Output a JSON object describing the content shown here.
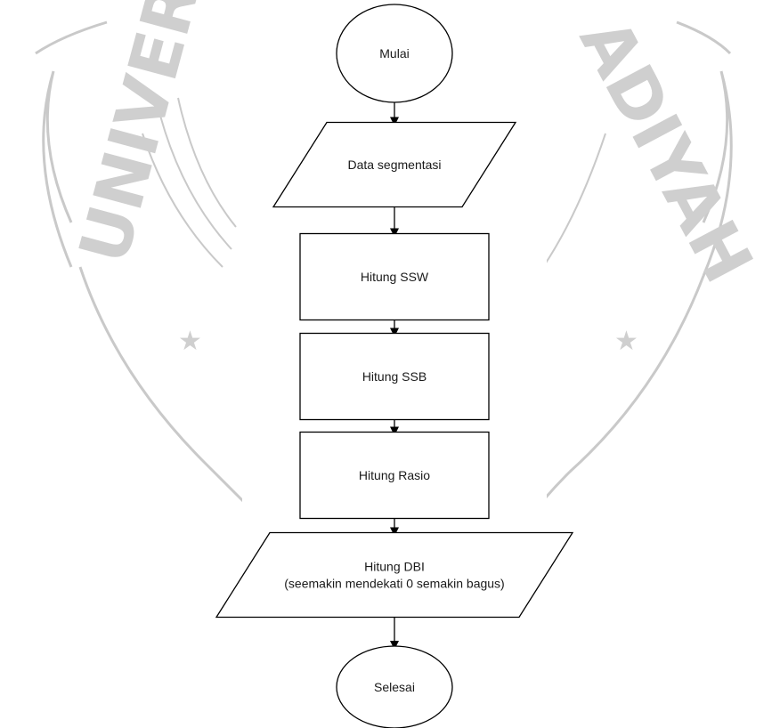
{
  "flowchart": {
    "nodes": [
      {
        "id": "start",
        "shape": "ellipse",
        "lines": [
          "Mulai"
        ]
      },
      {
        "id": "input",
        "shape": "parallelogram",
        "lines": [
          "Data segmentasi"
        ]
      },
      {
        "id": "ssw",
        "shape": "rectangle",
        "lines": [
          "Hitung SSW"
        ]
      },
      {
        "id": "ssb",
        "shape": "rectangle",
        "lines": [
          "Hitung SSB"
        ]
      },
      {
        "id": "rasio",
        "shape": "rectangle",
        "lines": [
          "Hitung Rasio"
        ]
      },
      {
        "id": "dbi",
        "shape": "parallelogram",
        "lines": [
          "Hitung DBI",
          "(seemakin mendekati 0 semakin bagus)"
        ]
      },
      {
        "id": "end",
        "shape": "ellipse",
        "lines": [
          "Selesai"
        ]
      }
    ],
    "edges": [
      [
        "start",
        "input"
      ],
      [
        "input",
        "ssw"
      ],
      [
        "ssw",
        "ssb"
      ],
      [
        "ssb",
        "rasio"
      ],
      [
        "rasio",
        "dbi"
      ],
      [
        "dbi",
        "end"
      ]
    ]
  },
  "watermark": {
    "left_text": "UNIVERS",
    "right_text": "ADIYAH",
    "color": "#cfcfcf"
  }
}
